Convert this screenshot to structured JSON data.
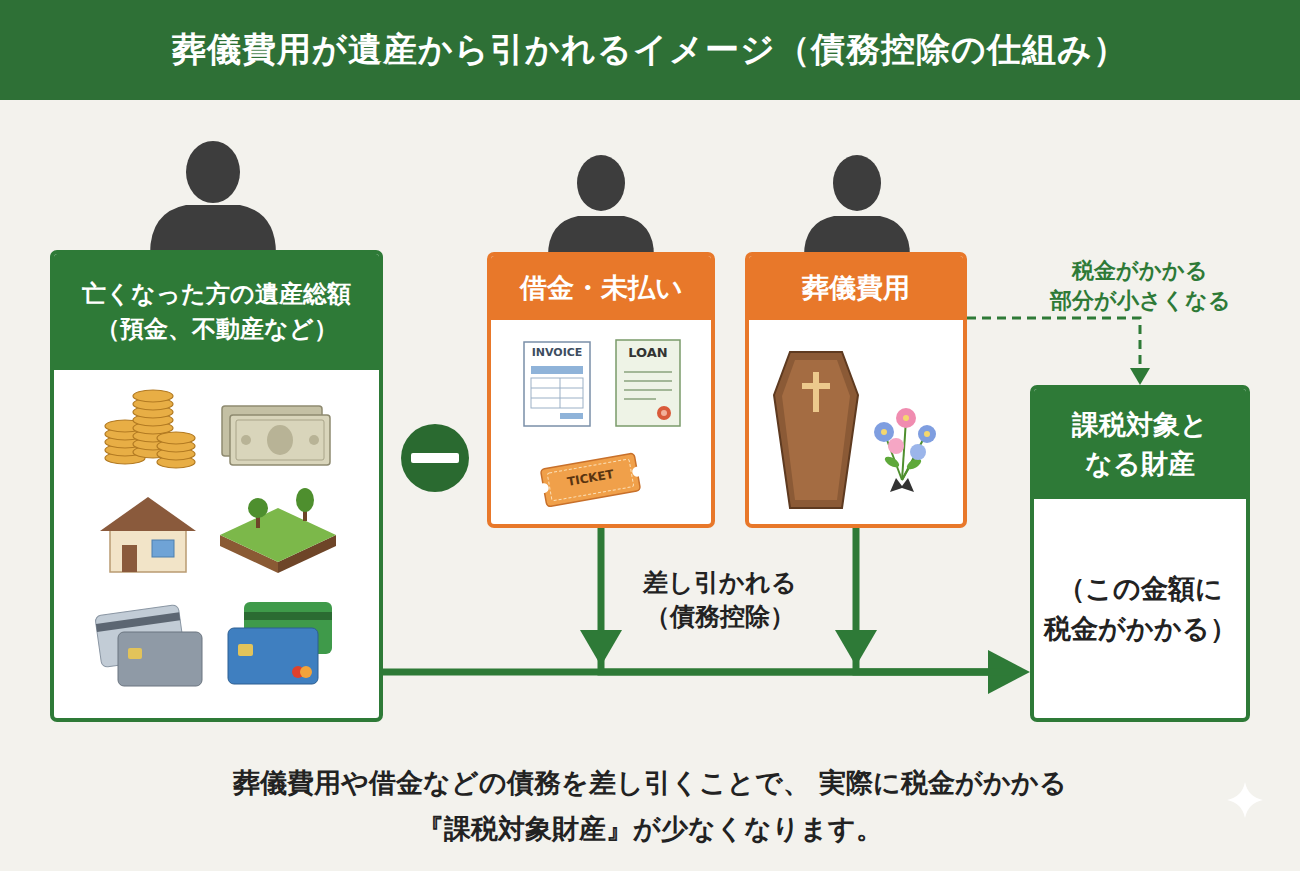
{
  "diagram": {
    "title": "葬儀費用が遺産から引かれるイメージ（債務控除の仕組み）",
    "caption": "葬儀費用や借金などの債務を差し引くことで、 実際に税金がかかる『課税対象財産』が少なくなります。",
    "nodes": [
      {
        "text": [
          "亡くなった方の遺産総額 （預金、不動産など）"
        ]
      },
      {
        "text": [
          "借金・未払い"
        ]
      },
      {
        "text": [
          "葬儀費用"
        ]
      },
      {
        "text": [
          "課税対象と なる財産",
          "（この金額に 税金がかかる）"
        ]
      }
    ],
    "edges": [
      {
        "from": 0,
        "to": 3,
        "arrow": "to"
      },
      {
        "from": 1,
        "to": 3,
        "arrow": "to",
        "label": "差し引かれる （債務控除）"
      },
      {
        "from": 2,
        "to": 3,
        "arrow": "to"
      },
      {
        "from": 2,
        "to": 3,
        "arrow": "to",
        "label": "税金がかかる 部分が小さくなる"
      }
    ],
    "labels": [
      "INVOICE",
      "LOAN",
      "TICKET"
    ]
  }
}
